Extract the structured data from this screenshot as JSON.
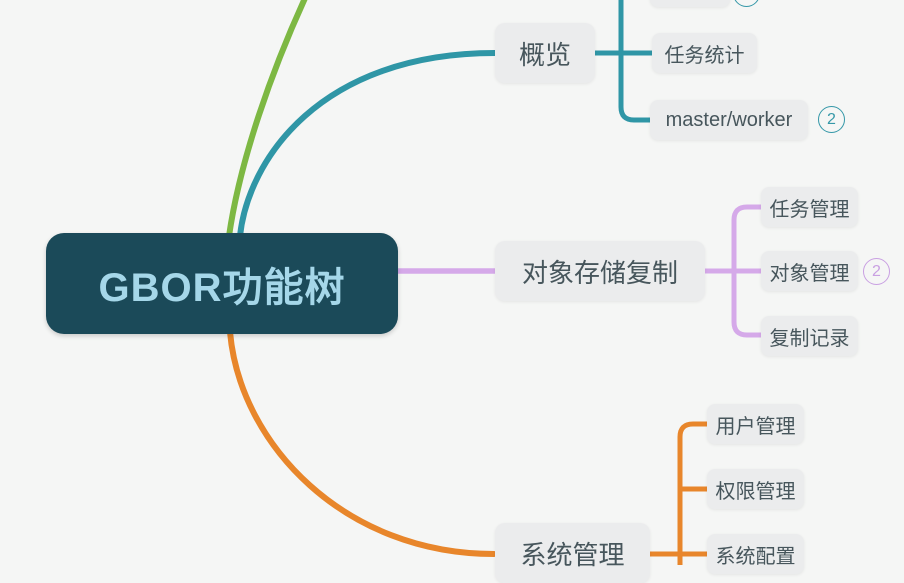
{
  "canvas": {
    "background": "#f5f6f5"
  },
  "root": {
    "label": "GBOR功能树",
    "fill": "#1b4a59",
    "text_color": "#a5d7e9"
  },
  "branches": [
    {
      "name": "overview",
      "color": "#2f96a6",
      "topic": {
        "label": "概览"
      },
      "children": [
        {
          "label": "",
          "partial": true
        },
        {
          "label": "任务统计"
        },
        {
          "label": "master/worker",
          "badge": "2"
        }
      ]
    },
    {
      "name": "object-storage-replication",
      "color": "#d5a9e9",
      "topic": {
        "label": "对象存储复制"
      },
      "children": [
        {
          "label": "任务管理"
        },
        {
          "label": "对象管理",
          "badge": "2"
        },
        {
          "label": "复制记录"
        }
      ]
    },
    {
      "name": "system-management",
      "color": "#e8862b",
      "topic": {
        "label": "系统管理"
      },
      "children": [
        {
          "label": "用户管理"
        },
        {
          "label": "权限管理"
        },
        {
          "label": "系统配置"
        }
      ]
    },
    {
      "name": "offscreen-top-branch",
      "color": "#7db843",
      "topic": {
        "label": ""
      },
      "children": []
    }
  ]
}
